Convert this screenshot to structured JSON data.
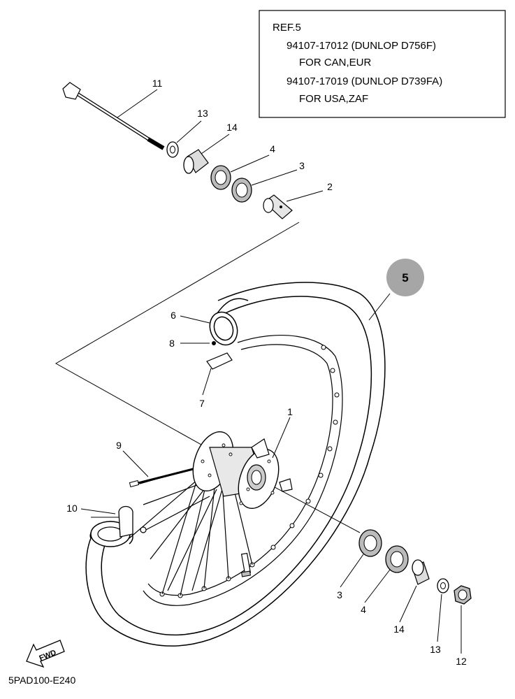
{
  "reference_box": {
    "title": "REF.5",
    "line1": "94107-17012 (DUNLOP D756F)",
    "line2": "FOR CAN,EUR",
    "line3": "94107-17019 (DUNLOP D739FA)",
    "line4": "FOR USA,ZAF"
  },
  "badge": {
    "number": "5"
  },
  "parts": {
    "p1": "1",
    "p2": "2",
    "p3_top": "3",
    "p4_top": "4",
    "p6": "6",
    "p7": "7",
    "p8": "8",
    "p9": "9",
    "p10": "10",
    "p11": "11",
    "p13_top": "13",
    "p14_top": "14",
    "p3_bottom": "3",
    "p4_bottom": "4",
    "p14_bottom": "14",
    "p13_bottom": "13",
    "p12": "12"
  },
  "fwd": {
    "label": "FWD"
  },
  "diagram_code": "5PAD100-E240"
}
